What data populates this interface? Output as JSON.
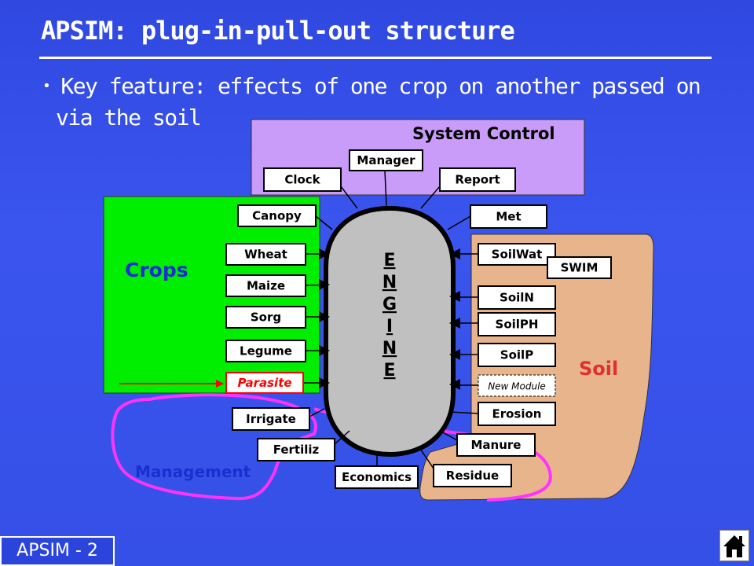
{
  "title": "APSIM: plug-in-pull-out structure",
  "bullet": {
    "line1": "Key feature: effects of one crop on another passed on",
    "line2": "via the soil"
  },
  "footer": "APSIM - 2",
  "regions": {
    "system_control": "System Control",
    "crops": "Crops",
    "soil": "Soil",
    "management": "Management"
  },
  "engine_letters": [
    "E",
    "N",
    "G",
    "I",
    "N",
    "E"
  ],
  "system_modules": [
    "Manager",
    "Clock",
    "Report"
  ],
  "top_modules": [
    "Canopy",
    "Met"
  ],
  "crop_modules": [
    "Wheat",
    "Maize",
    "Sorg",
    "Legume",
    "Parasite"
  ],
  "soil_modules": [
    "SoilWat",
    "SWIM",
    "SoilN",
    "SoilPH",
    "SoilP",
    "New Module",
    "Erosion"
  ],
  "management_modules": [
    "Irrigate",
    "Fertiliz",
    "Economics",
    "Residue",
    "Manure"
  ],
  "colors": {
    "background": "#3550e6",
    "system_control": "#c89cf8",
    "crops": "#00ee00",
    "soil": "#e8b48c",
    "engine": "#c0c0c0",
    "management_loop": "#ff33ff",
    "parasite": "#ff0000"
  }
}
